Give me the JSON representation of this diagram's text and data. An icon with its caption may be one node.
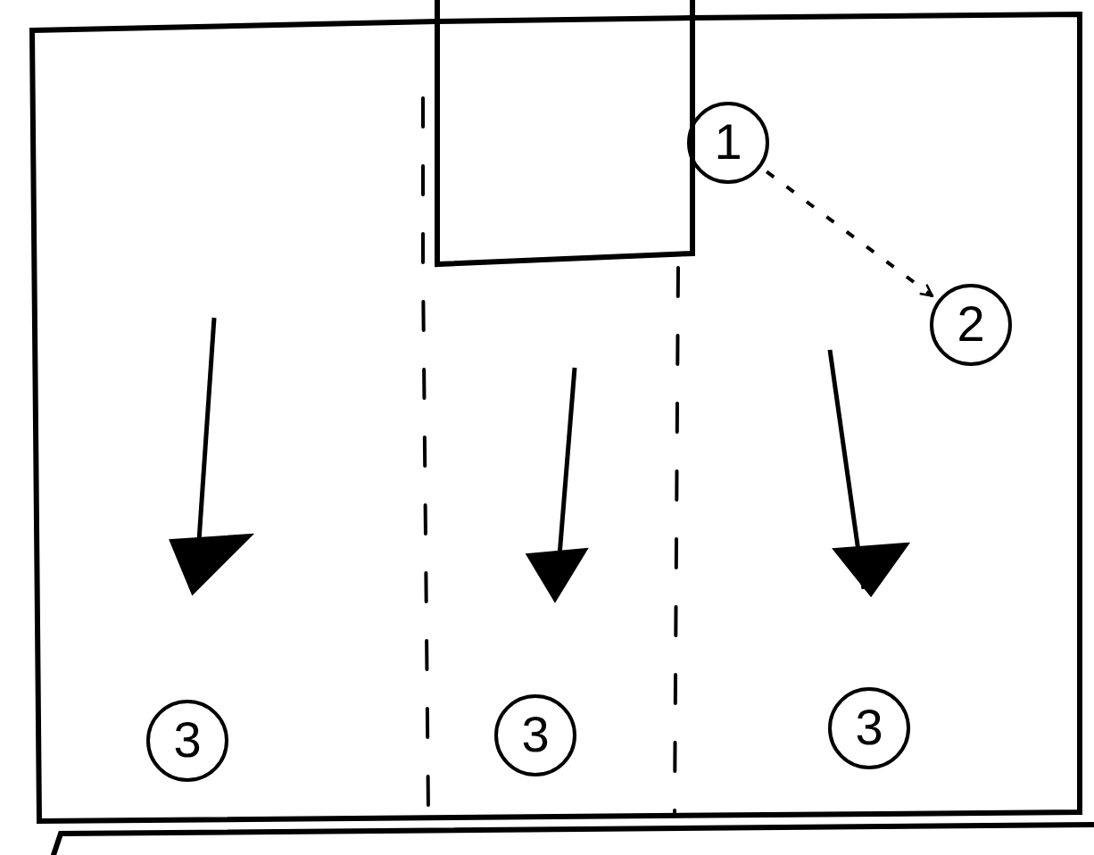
{
  "diagram": {
    "nodes": [
      {
        "text": [
          "1"
        ]
      },
      {
        "text": [
          "2"
        ]
      },
      {
        "text": [
          "3"
        ]
      },
      {
        "text": [
          "3"
        ]
      },
      {
        "text": [
          "3"
        ]
      }
    ],
    "edges": [
      {
        "from": 0,
        "to": 1,
        "arrow": "to",
        "style": "dashed"
      }
    ]
  }
}
